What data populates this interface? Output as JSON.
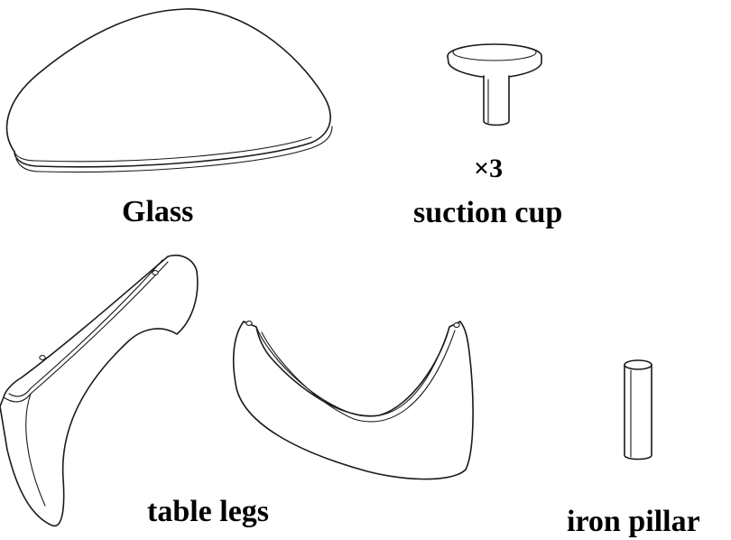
{
  "parts": {
    "glass": {
      "label": "Glass",
      "icon": "glass-top-icon"
    },
    "suction_cup": {
      "quantity": "×3",
      "label": "suction cup",
      "icon": "suction-cup-icon"
    },
    "table_legs": {
      "label": "table legs",
      "icon": "table-leg-icon"
    },
    "iron_pillar": {
      "label": "iron pillar",
      "icon": "iron-pillar-icon"
    }
  },
  "colors": {
    "line": "#1a1a1a",
    "background": "#ffffff",
    "text": "#000000"
  }
}
